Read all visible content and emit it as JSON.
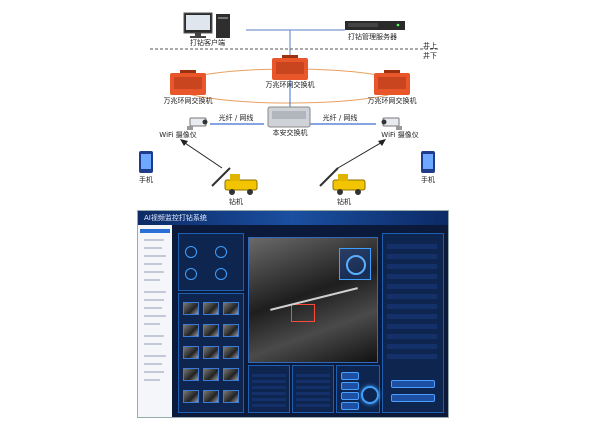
{
  "network": {
    "drilling_client": "打钻客户端",
    "drilling_server": "打钻管理服务器",
    "above_ground": "井上",
    "below_ground": "井下",
    "gigabit_switch_center": "万兆环网交换机",
    "gigabit_switch_left": "万兆环网交换机",
    "gigabit_switch_right": "万兆环网交换机",
    "link_left": "光纤 / 网线",
    "link_right": "光纤 / 网线",
    "substation_switch": "本安交换机",
    "wifi_camera_left": "WiFi 摄像仪",
    "wifi_camera_right": "WiFi 摄像仪",
    "phone_left": "手机",
    "phone_right": "手机",
    "drill_left": "钻机",
    "drill_right": "钻机"
  },
  "dashboard": {
    "title": "AI视频监控打钻系统"
  },
  "colors": {
    "switch_orange": "#e8562a",
    "ring_line": "#e8a060",
    "dash_bg": "#0b1a3a",
    "panel_border": "#1f5fb0",
    "drill_yellow": "#f2c500"
  }
}
